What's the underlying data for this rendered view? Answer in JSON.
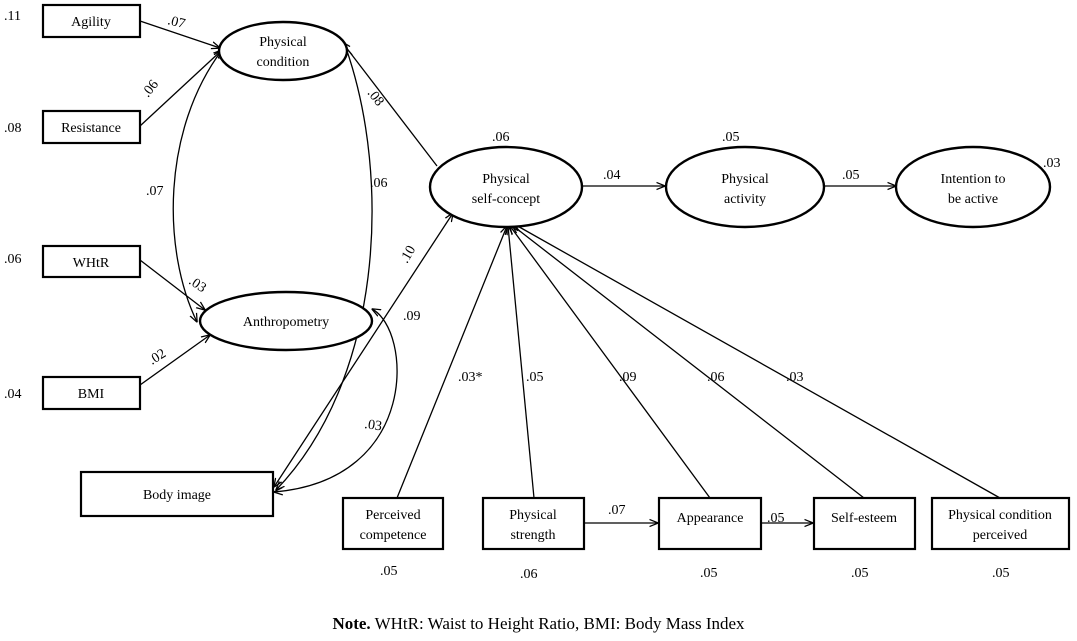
{
  "observed_boxes": {
    "agility": "Agility",
    "resistance": "Resistance",
    "whtr": "WHtR",
    "bmi": "BMI",
    "body_image": "Body image",
    "perceived_competence": [
      "Perceived",
      "competence"
    ],
    "physical_strength": [
      "Physical",
      "strength"
    ],
    "appearance": "Appearance",
    "self_esteem": "Self-esteem",
    "physical_condition_perceived": [
      "Physical condition",
      "perceived"
    ]
  },
  "latent_ellipses": {
    "physical_condition": [
      "Physical",
      "condition"
    ],
    "anthropometry": "Anthropometry",
    "physical_self_concept": [
      "Physical",
      "self-concept"
    ],
    "physical_activity": [
      "Physical",
      "activity"
    ],
    "intention_to_be_active": [
      "Intention to",
      "be active"
    ]
  },
  "variance_labels": {
    "agility": ".11",
    "resistance": ".08",
    "whtr": ".06",
    "bmi": ".04",
    "physical_self_concept": ".06",
    "physical_activity": ".05",
    "intention_to_be_active": ".03",
    "perceived_competence": ".05",
    "physical_strength": ".06",
    "appearance": ".05",
    "self_esteem": ".05",
    "physical_condition_perceived": ".05"
  },
  "path_labels": {
    "agility_to_condition": ".07",
    "resistance_to_condition": ".06",
    "agility_resistance_covariance": ".07",
    "whtr_to_anthropometry": ".03",
    "bmi_to_anthropometry": ".02",
    "selfconcept_to_condition": ".08",
    "condition_bodyimage": ".06",
    "bodyimage_selfconcept": ".10",
    "anthropometry_selfconcept": ".09",
    "anthropometry_bodyimage": ".03",
    "selfconcept_to_activity": ".04",
    "activity_to_intention": ".05",
    "competence_to_selfconcept": ".03*",
    "strength_to_selfconcept": ".05",
    "appearance_to_selfconcept": ".09",
    "selfesteem_to_selfconcept": ".06",
    "conditionperceived_to_selfconcept": ".03",
    "strength_to_appearance": ".07",
    "appearance_to_selfesteem": ".05"
  },
  "note": {
    "label": "Note.",
    "text": " WHtR: Waist to Height Ratio, BMI: Body Mass Index"
  }
}
